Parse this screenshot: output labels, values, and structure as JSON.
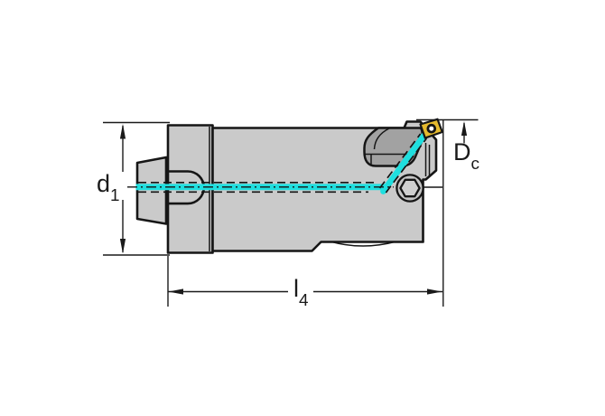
{
  "figure": {
    "type": "technical-drawing",
    "subject": "indexable boring / milling tool holder, side view with coolant channel highlighted"
  },
  "labels": {
    "diameter": {
      "base": "d",
      "sub": "1"
    },
    "length": {
      "base": "l",
      "sub": "4"
    },
    "cutting_diameter": {
      "base": "D",
      "sub": "c"
    }
  },
  "colors": {
    "coolant_channel": "#1FDFDF",
    "insert": "#E5BA2E",
    "body_gray": "#CACACA",
    "pocket_gray": "#A2A2A2",
    "outline": "#161616",
    "background": "#FFFFFF"
  }
}
